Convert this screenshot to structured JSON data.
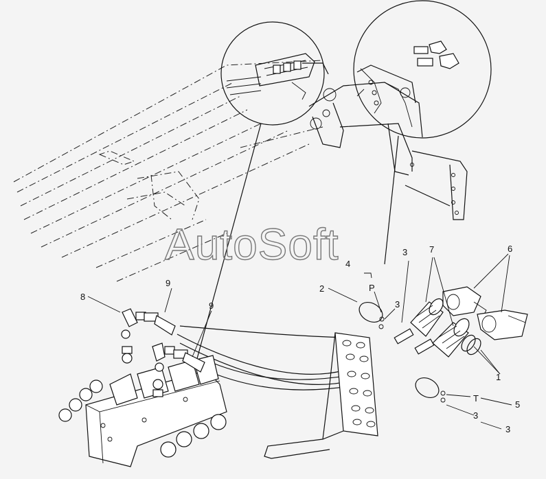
{
  "watermark": "AutoSoft",
  "callouts": {
    "c1": "1",
    "c2": "2",
    "c3a": "3",
    "c3b": "3",
    "c3c": "3",
    "c3d": "3",
    "c4": "4",
    "c5": "5",
    "c6": "6",
    "c7": "7",
    "c8": "8",
    "c9a": "9",
    "c9b": "9",
    "port_p": "P",
    "port_t": "T"
  }
}
